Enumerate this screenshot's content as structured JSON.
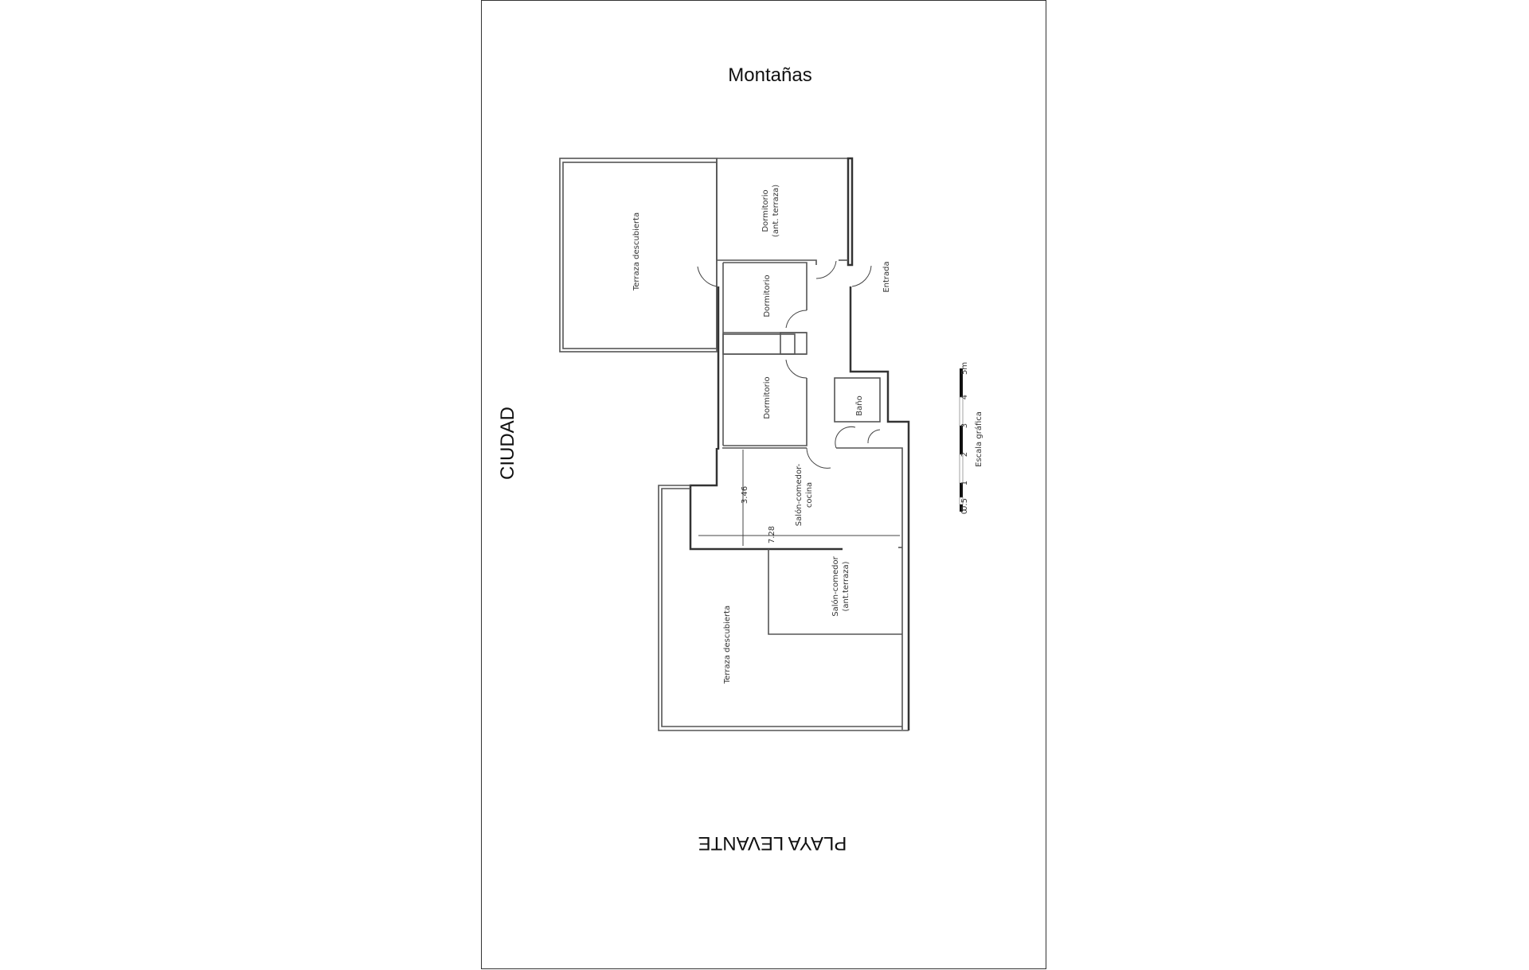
{
  "orientation": {
    "north": "Montañas",
    "west": "CIUDAD",
    "south": "PLAYA LEVANTE"
  },
  "rooms": {
    "terrace_top": "Terraza descubierta",
    "bedroom_former_terrace": [
      "Dormitorio",
      "(ant. terraza)"
    ],
    "bedroom_1": "Dormitorio",
    "bedroom_2": "Dormitorio",
    "bathroom": "Baño",
    "entrance": "Entrada",
    "living_kitchen": [
      "Salón-comedor-",
      "cocina"
    ],
    "living_former_terrace": [
      "Salón-comedor",
      "(ant.terraza)"
    ],
    "terrace_bottom": "Terraza descubierta"
  },
  "dimensions": {
    "depth": "3.46",
    "width": "7.28"
  },
  "scale": {
    "title": "Escala gráfica",
    "ticks": [
      "0",
      "0.5",
      "1",
      "2",
      "3",
      "4",
      "5m"
    ]
  }
}
